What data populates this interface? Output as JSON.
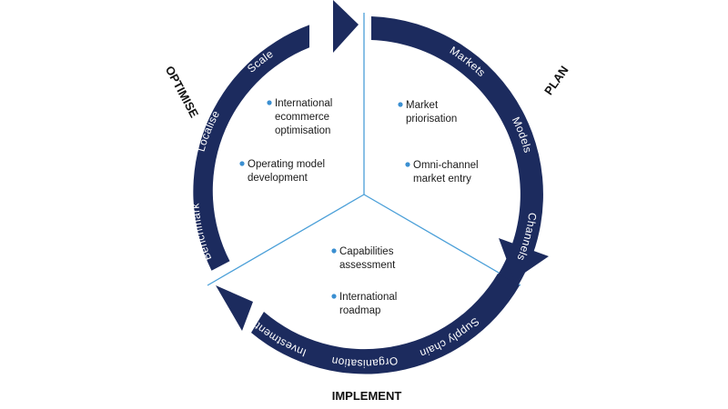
{
  "colors": {
    "arrow": "#1c2b5e",
    "divider": "#4a9fd8",
    "bullet": "#3b8fd1"
  },
  "phases": {
    "optimise": "OPTIMISE",
    "plan": "PLAN",
    "implement": "IMPLEMENT"
  },
  "arc_labels": {
    "optimise": [
      "Benchmark",
      "Localise",
      "Scale"
    ],
    "plan": [
      "Markets",
      "Models",
      "Channels"
    ],
    "implement": [
      "Supply chain",
      "Organisation",
      "Investment"
    ]
  },
  "bullets": {
    "optimise": [
      {
        "lines": [
          "International",
          "ecommerce",
          "optimisation"
        ]
      },
      {
        "lines": [
          "Operating model",
          "development"
        ]
      }
    ],
    "plan": [
      {
        "lines": [
          "Market",
          "priorisation"
        ]
      },
      {
        "lines": [
          "Omni-channel",
          "market entry"
        ]
      }
    ],
    "implement": [
      {
        "lines": [
          "Capabilities",
          "assessment"
        ]
      },
      {
        "lines": [
          "International",
          "roadmap"
        ]
      }
    ]
  }
}
